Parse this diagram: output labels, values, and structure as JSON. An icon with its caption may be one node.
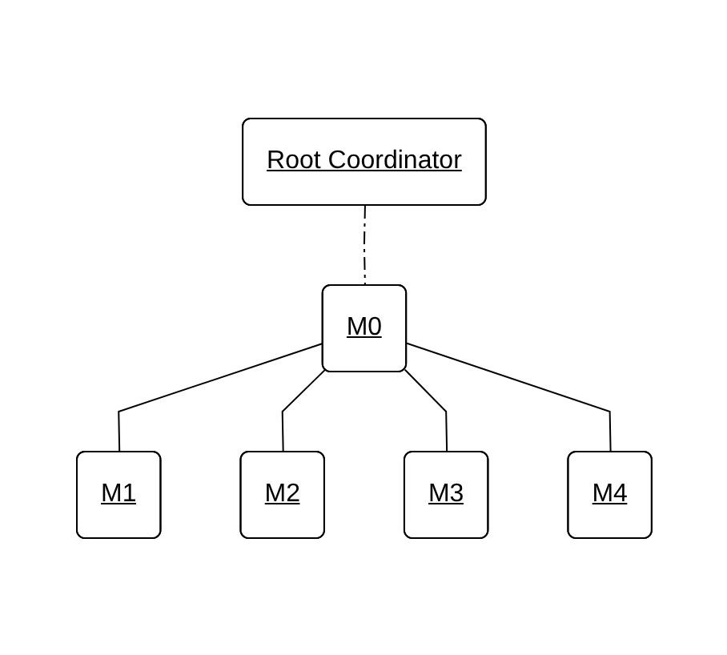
{
  "diagram": {
    "nodes": [
      {
        "text": [
          "Root Coordinator"
        ]
      },
      {
        "text": [
          "M0"
        ]
      },
      {
        "text": [
          "M1"
        ]
      },
      {
        "text": [
          "M2"
        ]
      },
      {
        "text": [
          "M3"
        ]
      },
      {
        "text": [
          "M4"
        ]
      }
    ],
    "edges": [
      {
        "from": 0,
        "to": 1,
        "arrow": "none",
        "style": "dashed"
      },
      {
        "from": 1,
        "to": 2,
        "arrow": "none"
      },
      {
        "from": 1,
        "to": 3,
        "arrow": "none"
      },
      {
        "from": 1,
        "to": 4,
        "arrow": "none"
      },
      {
        "from": 1,
        "to": 5,
        "arrow": "none"
      }
    ]
  }
}
